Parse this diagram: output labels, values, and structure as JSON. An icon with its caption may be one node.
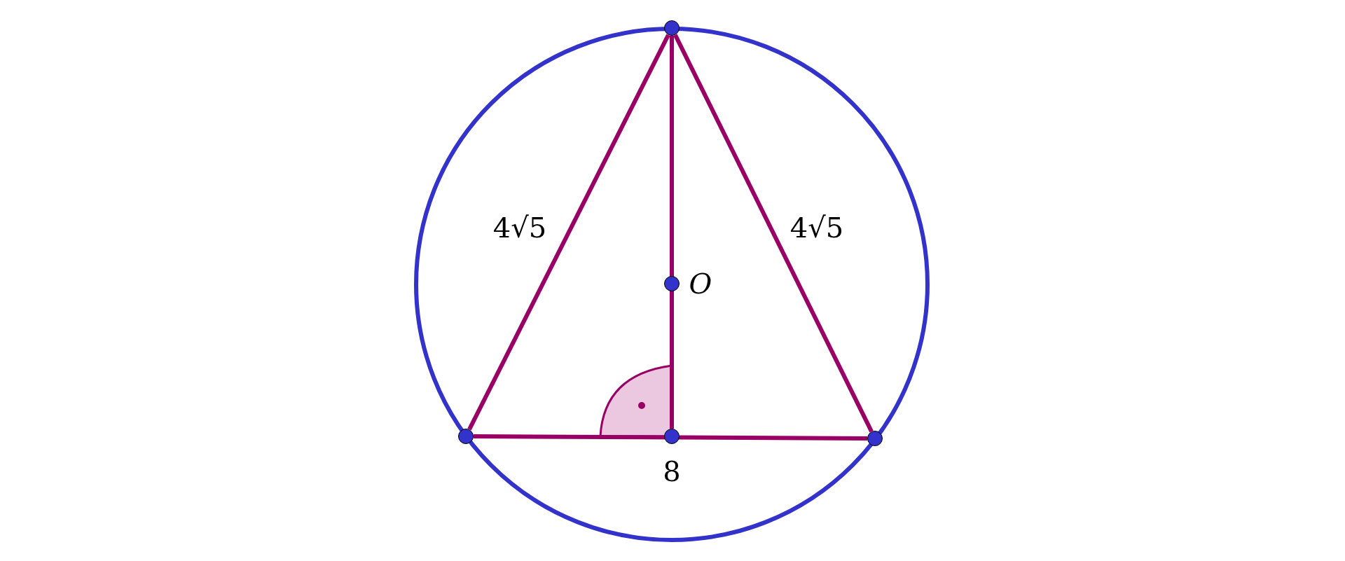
{
  "diagram": {
    "nodes": [
      {
        "text": [],
        "shape": "circle"
      },
      {
        "text": [],
        "shape": "circle",
        "beside": [
          "O"
        ]
      },
      {
        "text": [],
        "shape": "circle"
      },
      {
        "text": [],
        "shape": "circle"
      },
      {
        "text": [],
        "shape": "circle"
      }
    ],
    "edges": [
      {
        "from": 0,
        "to": 2,
        "arrow": "none",
        "label": "4√5"
      },
      {
        "from": 0,
        "to": 4,
        "arrow": "none",
        "label": "4√5"
      },
      {
        "from": 2,
        "to": 4,
        "arrow": "none",
        "label": "8"
      },
      {
        "from": 0,
        "to": 3,
        "arrow": "none"
      }
    ]
  }
}
